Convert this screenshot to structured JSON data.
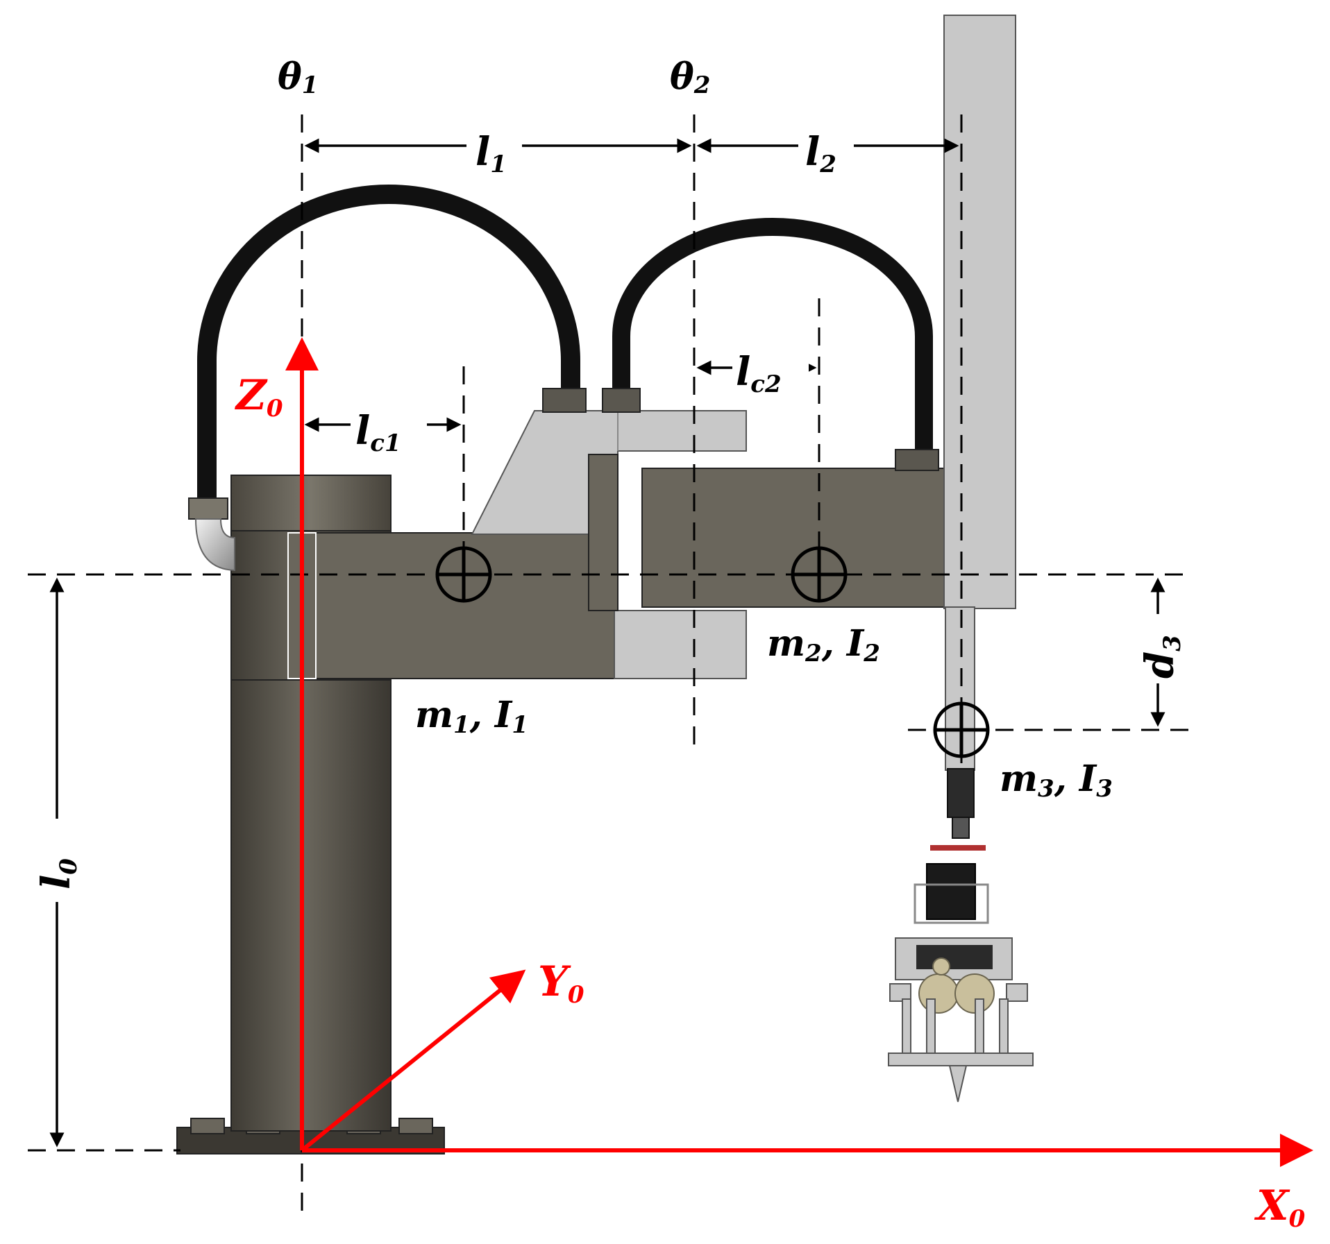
{
  "labels": {
    "theta1": "θ",
    "theta1_sub": "1",
    "theta2": "θ",
    "theta2_sub": "2",
    "l1": "l",
    "l1_sub": "1",
    "l2": "l",
    "l2_sub": "2",
    "lc1": "l",
    "lc1_sub": "c1",
    "lc2": "l",
    "lc2_sub": "c2",
    "l0": "l",
    "l0_sub": "0",
    "d3": "d",
    "d3_sub": "3",
    "m1": "m",
    "m1_sub": "1",
    "I1": "I",
    "I1_sub": "1",
    "m2": "m",
    "m2_sub": "2",
    "I2": "I",
    "I2_sub": "2",
    "m3": "m",
    "m3_sub": "3",
    "I3": "I",
    "I3_sub": "3"
  },
  "axes": {
    "z": "Z",
    "z_sub": "0",
    "y": "Y",
    "y_sub": "0",
    "x": "X",
    "x_sub": "0"
  },
  "colors": {
    "axis": "#ff0000",
    "link": "#5f5b52",
    "light_part": "#c8c8c8",
    "cable": "#111111"
  }
}
